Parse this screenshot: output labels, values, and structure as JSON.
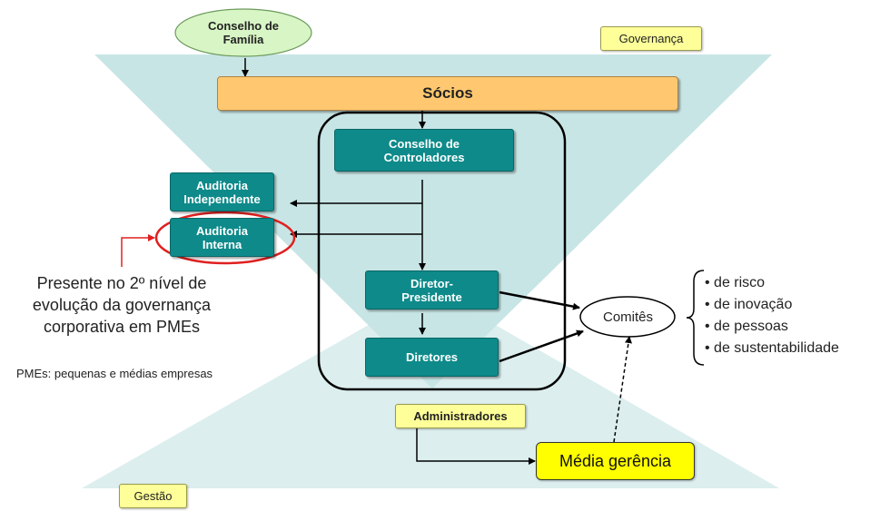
{
  "nodes": {
    "conselho_familia": "Conselho de\nFamília",
    "governanca": "Governança",
    "socios": "Sócios",
    "conselho_controladores": "Conselho de\nControladores",
    "auditoria_independente": "Auditoria\nIndependente",
    "auditoria_interna": "Auditoria\nInterna",
    "diretor_presidente": "Diretor-\nPresidente",
    "diretores": "Diretores",
    "comites": "Comitês",
    "administradores": "Administradores",
    "media_gerencia": "Média gerência",
    "gestao": "Gestão"
  },
  "annotation": {
    "note": "Presente no 2º nível de\nevolução da governança\ncorporativa em PMEs",
    "footnote": "PMEs: pequenas e médias empresas"
  },
  "committees": [
    "de risco",
    "de inovação",
    "de pessoas",
    "de sustentabilidade"
  ],
  "colors": {
    "teal": "#0e8a8a",
    "triangle": "#c5e4e4",
    "triangle_light": "#dceeee",
    "socios": "#ffc870",
    "label_yellow": "#ffff99",
    "media_gerencia": "#ffff00",
    "familia": "#d8f5c5",
    "highlight": "#e02020"
  }
}
